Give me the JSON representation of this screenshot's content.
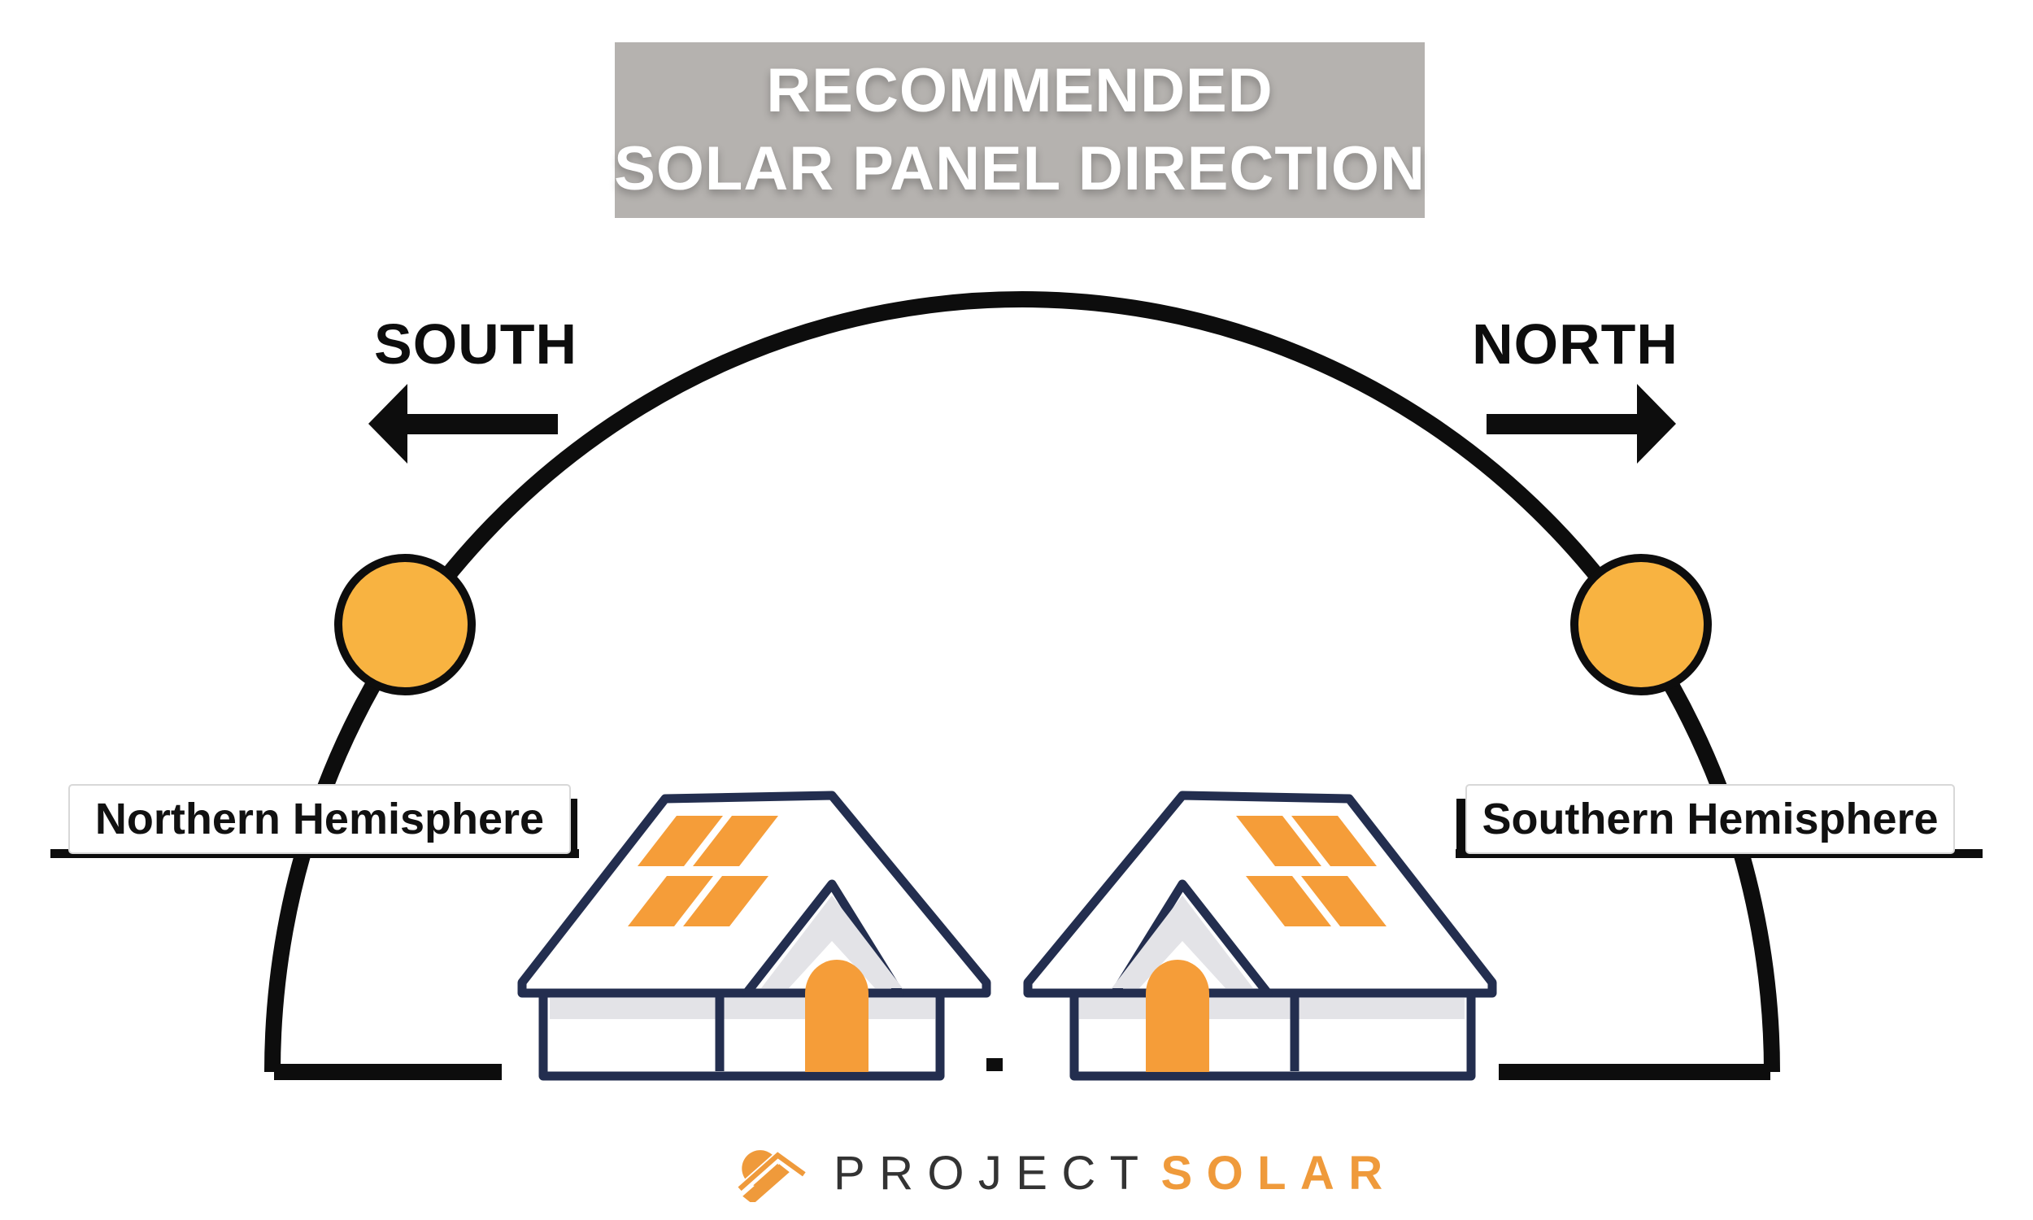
{
  "title": {
    "line1": "RECOMMENDED",
    "line2": "SOLAR PANEL DIRECTION"
  },
  "directions": {
    "south": "SOUTH",
    "north": "NORTH"
  },
  "hemispheres": {
    "northern": "Northern Hemisphere",
    "southern": "Southern Hemisphere"
  },
  "logo": {
    "project": "PROJECT",
    "solar": "SOLAR"
  },
  "icons": {
    "left_sun": "sun-icon",
    "right_sun": "sun-icon",
    "south_arrow": "arrow-left-icon",
    "north_arrow": "arrow-right-icon",
    "left_house": "house-solar-panels-facing-south",
    "right_house": "house-solar-panels-facing-north",
    "logo_icon": "sun-roof-solar-panel-icon"
  },
  "colors": {
    "background": "#ffffff",
    "title-bg": "#b5b2af",
    "title-text": "#ffffff",
    "line-black": "#0d0d0d",
    "house-outline": "#232e4f",
    "panel-orange": "#f59d39",
    "sun-orange": "#f8b341",
    "shadow-gray": "#e3e3e7",
    "label-border": "#d8d8d8",
    "label-text": "#111111",
    "logo-text-dark": "#333333",
    "logo-orange": "#ef9a3b"
  }
}
